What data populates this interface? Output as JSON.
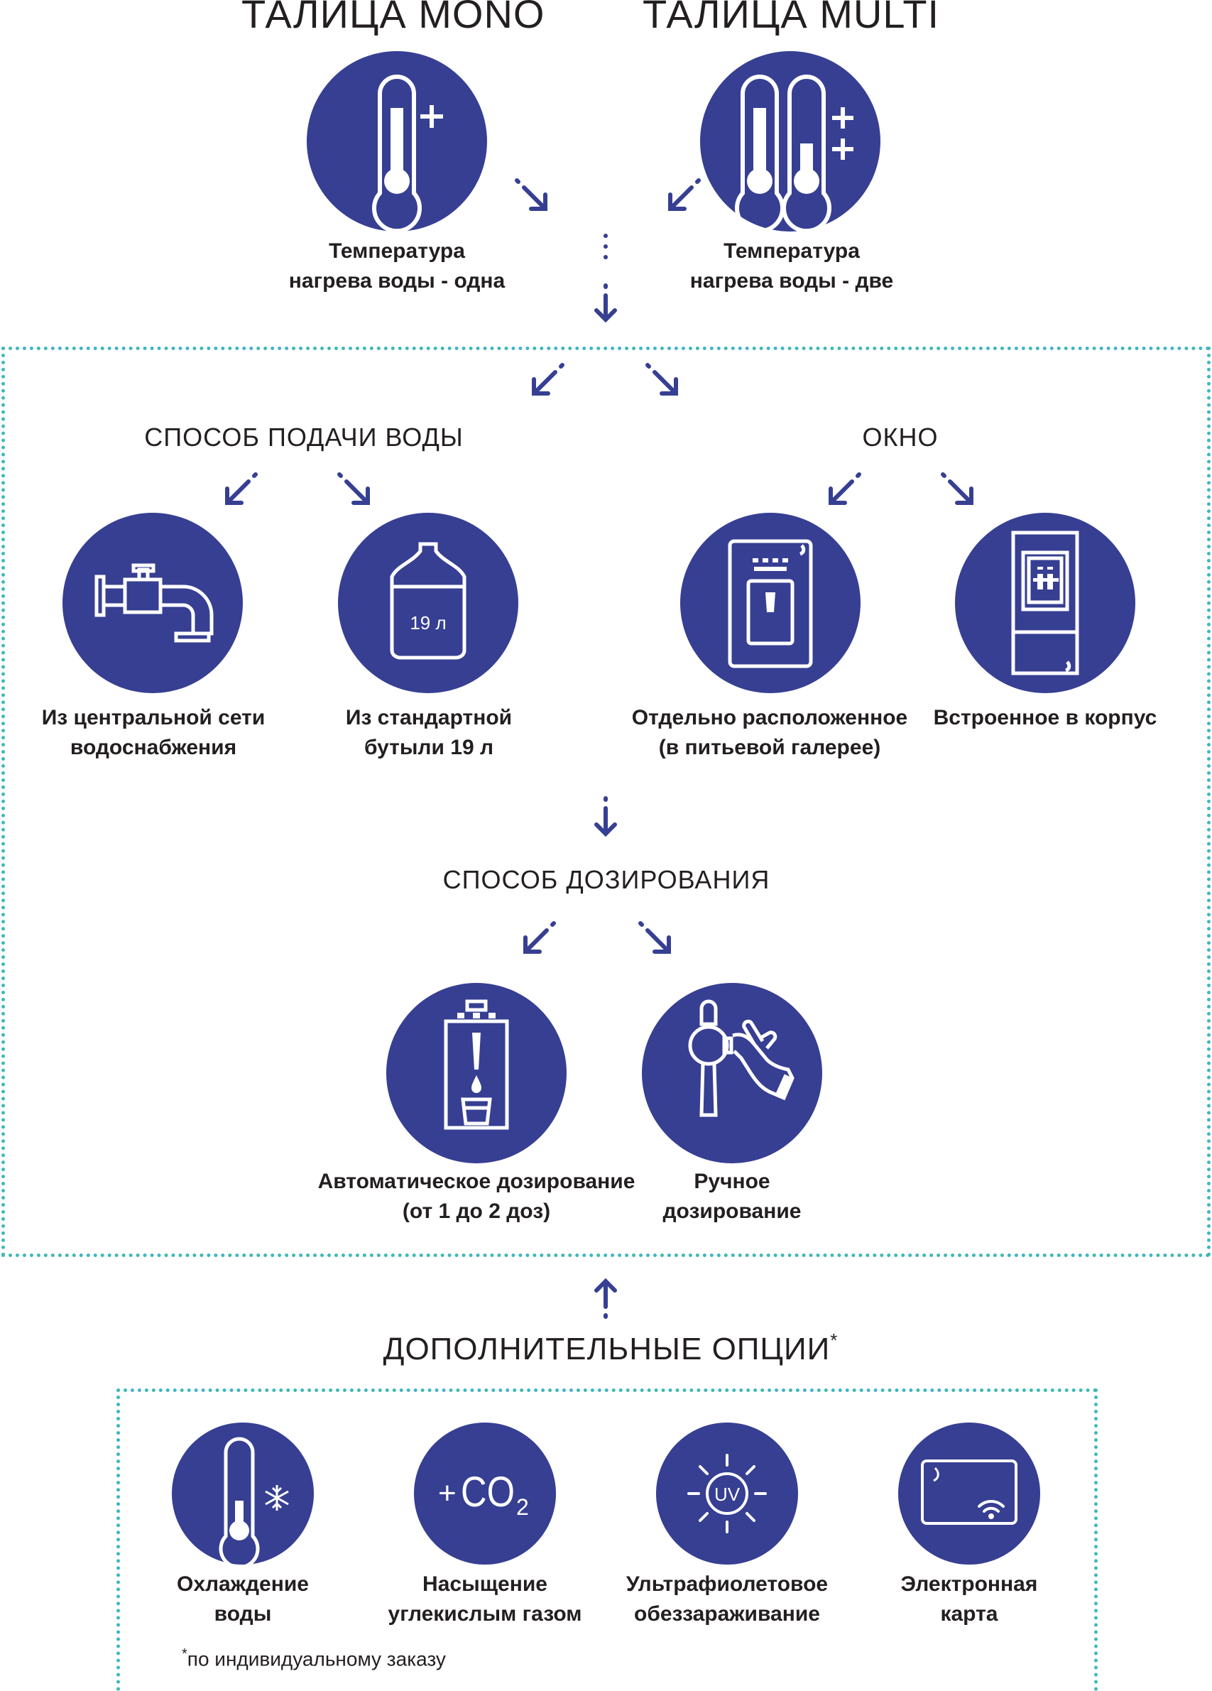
{
  "top": {
    "mono_title": "ТАЛИЦА MONO",
    "multi_title": "ТАЛИЦА MULTI",
    "mono_caption": [
      "Температура",
      "нагрева воды - одна"
    ],
    "multi_caption": [
      "Температура",
      "нагрева воды - две"
    ]
  },
  "supply": {
    "heading": "СПОСОБ ПОДАЧИ ВОДЫ",
    "items": [
      {
        "icon": "water-pipe-icon",
        "caption": [
          "Из центральной сети",
          "водоснабжения"
        ]
      },
      {
        "icon": "water-bottle-icon",
        "bottle_label": "19 л",
        "caption": [
          "Из стандартной",
          "бутыли 19 л"
        ]
      }
    ]
  },
  "window": {
    "heading": "ОКНО",
    "items": [
      {
        "icon": "standalone-window-icon",
        "caption": [
          "Отдельно расположенное",
          "(в питьевой галерее)"
        ]
      },
      {
        "icon": "built-in-window-icon",
        "caption": [
          "Встроенное в корпус"
        ]
      }
    ]
  },
  "dosing": {
    "heading": "СПОСОБ ДОЗИРОВАНИЯ",
    "items": [
      {
        "icon": "automatic-dosing-icon",
        "caption": [
          "Автоматическое дозирование",
          "(от 1 до 2 доз)"
        ]
      },
      {
        "icon": "manual-dosing-icon",
        "caption": [
          "Ручное",
          "дозирование"
        ]
      }
    ]
  },
  "options": {
    "heading": "ДОПОЛНИТЕЛЬНЫЕ ОПЦИИ",
    "heading_mark": "*",
    "items": [
      {
        "icon": "cooling-thermometer-icon",
        "caption": [
          "Охлаждение",
          "воды"
        ]
      },
      {
        "icon": "co2-icon",
        "symbol_plus": "+",
        "symbol_co": "CO",
        "symbol_sub": "2",
        "caption": [
          "Насыщение",
          "углекислым газом"
        ]
      },
      {
        "icon": "uv-icon",
        "symbol": "UV",
        "caption": [
          "Ультрафиолетовое",
          "обеззараживание"
        ]
      },
      {
        "icon": "card-icon",
        "caption": [
          "Электронная",
          "карта"
        ]
      }
    ],
    "footnote_mark": "*",
    "footnote": "по индивидуальному заказу"
  },
  "colors": {
    "circle": "#363f92",
    "arrow": "#363f92",
    "dotted_border": "#3fb8bd",
    "text": "#231f20"
  }
}
